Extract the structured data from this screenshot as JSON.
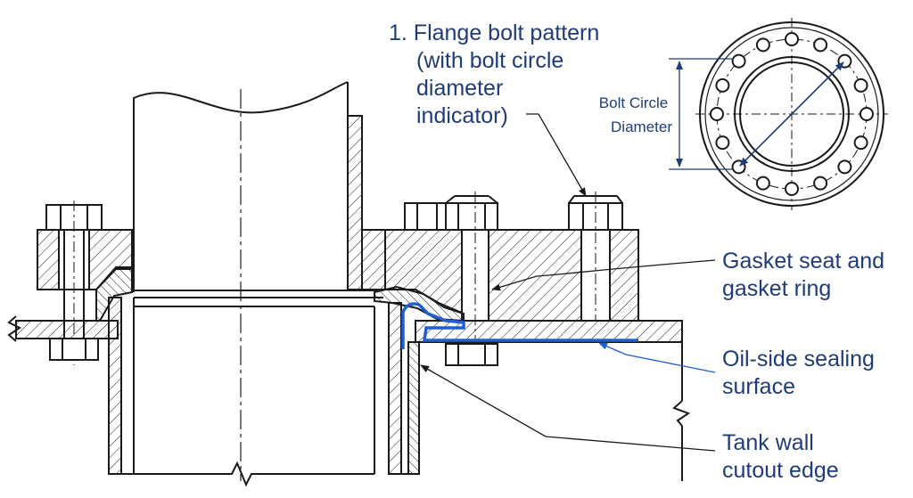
{
  "labels": {
    "flange_bolt_pattern": [
      "1. Flange bolt pattern",
      "(with bolt circle",
      "diameter",
      "indicator)"
    ],
    "bolt_circle_diameter": [
      "Bolt Circle",
      "Diameter"
    ],
    "gasket_seat": [
      "Gasket seat and",
      "gasket ring"
    ],
    "oil_side": [
      "Oil-side sealing",
      "surface"
    ],
    "tank_wall": [
      "Tank wall",
      "cutout edge"
    ]
  },
  "colors": {
    "line": "#1a1a1a",
    "label": "#1f3c78",
    "sealing_surface": "#1f5fd0"
  },
  "bolt_pattern": {
    "bolt_count": 16
  }
}
